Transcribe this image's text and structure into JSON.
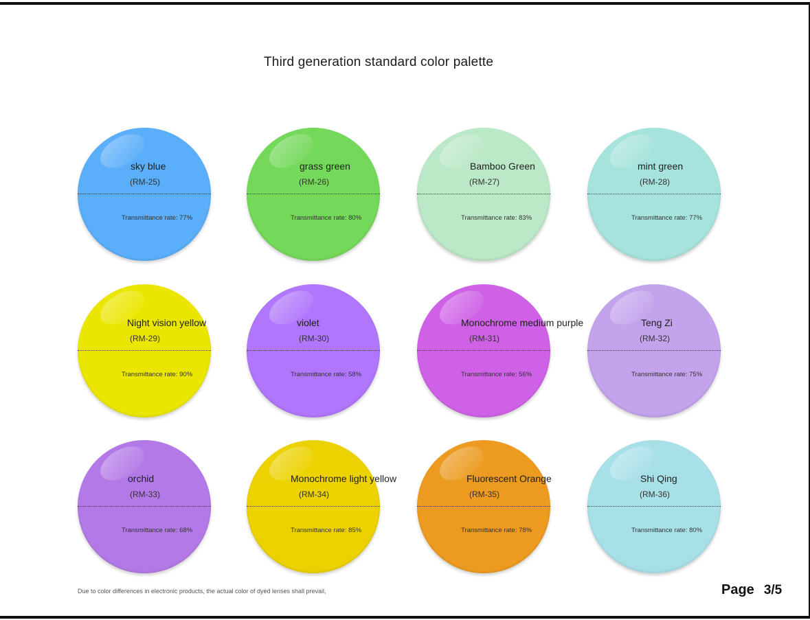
{
  "title": "Third generation standard color palette",
  "swatches": [
    {
      "name": "sky blue",
      "code": "(RM-25)",
      "rate": "Transmittance rate: 77%",
      "color": "#5aaefa"
    },
    {
      "name": "grass green",
      "code": "(RM-26)",
      "rate": "Transmittance rate: 80%",
      "color": "#74d85a"
    },
    {
      "name": "Bamboo Green",
      "code": "(RM-27)",
      "rate": "Transmittance rate: 83%",
      "color": "#bbe8c6"
    },
    {
      "name": "mint green",
      "code": "(RM-28)",
      "rate": "Transmittance rate: 77%",
      "color": "#a6e3dc"
    },
    {
      "name": "Night vision yellow",
      "code": "(RM-29)",
      "rate": "Transmittance rate: 90%",
      "color": "#ebe600"
    },
    {
      "name": "violet",
      "code": "(RM-30)",
      "rate": "Transmittance rate: 58%",
      "color": "#b076fb"
    },
    {
      "name": "Monochrome medium purple",
      "code": "(RM-31)",
      "rate": "Transmittance rate: 56%",
      "color": "#cf61e6"
    },
    {
      "name": "Teng Zi",
      "code": "(RM-32)",
      "rate": "Transmittance rate: 75%",
      "color": "#c3a3ec"
    },
    {
      "name": "orchid",
      "code": "(RM-33)",
      "rate": "Transmittance rate: 68%",
      "color": "#b379e6"
    },
    {
      "name": "Monochrome light yellow",
      "code": "(RM-34)",
      "rate": "Transmittance rate: 85%",
      "color": "#ecd200"
    },
    {
      "name": "Fluorescent Orange",
      "code": "(RM-35)",
      "rate": "Transmittance rate: 78%",
      "color": "#ec9b20"
    },
    {
      "name": "Shi Qing",
      "code": "(RM-36)",
      "rate": "Transmittance rate: 80%",
      "color": "#a8e0e8"
    }
  ],
  "footer": {
    "note": "Due to color differences in electronic products, the actual color of dyed lenses shall prevail,",
    "page_label": "Page",
    "page_number": "3/5"
  }
}
